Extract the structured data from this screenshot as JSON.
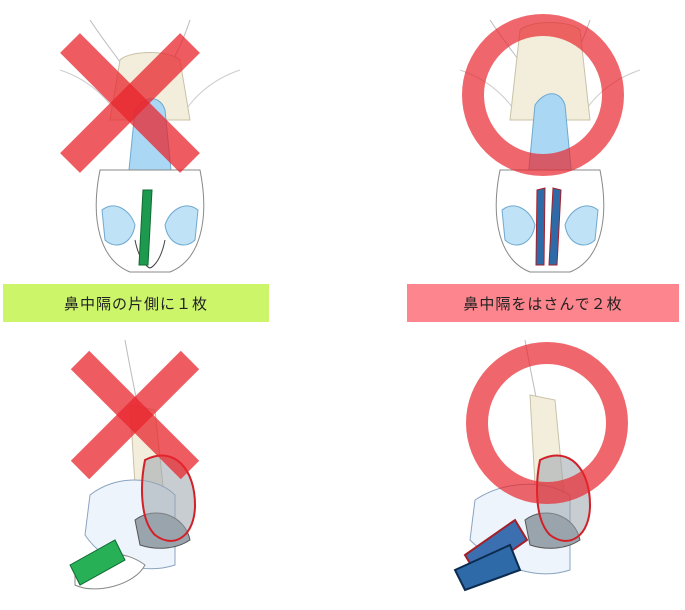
{
  "labels": {
    "left": "鼻中隔の片側に１枚",
    "right": "鼻中隔をはさんで２枚"
  },
  "colors": {
    "left_label_bg": "#ccf56a",
    "right_label_bg": "#fd858d",
    "mark_red": "#e8262e",
    "graft_green": "#1e9a4e",
    "graft_blue": "#1a5a9a",
    "septum_blue": "#aad7f3"
  },
  "marks": {
    "top_left": "cross-mark",
    "top_right": "circle-mark",
    "bottom_left": "cross-mark",
    "bottom_right": "circle-mark"
  }
}
